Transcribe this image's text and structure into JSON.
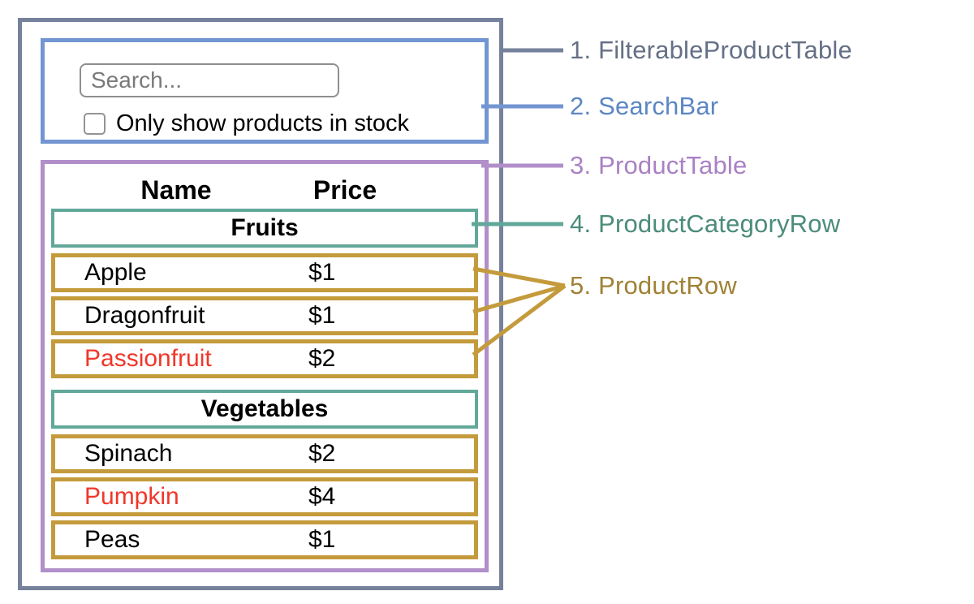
{
  "palette": {
    "outer_border": "#76829B",
    "searchbar_border": "#7396D2",
    "table_border": "#B18FC9",
    "category_border": "#62A89A",
    "row_border": "#C49B3C",
    "out_of_stock": "#F0372B"
  },
  "search_bar": {
    "placeholder": "Search...",
    "checkbox_label": "Only show products in stock",
    "checkbox_checked": false
  },
  "product_table": {
    "columns": [
      "Name",
      "Price"
    ],
    "sections": [
      {
        "category": "Fruits",
        "rows": [
          {
            "name": "Apple",
            "price": "$1",
            "in_stock": true
          },
          {
            "name": "Dragonfruit",
            "price": "$1",
            "in_stock": true
          },
          {
            "name": "Passionfruit",
            "price": "$2",
            "in_stock": false
          }
        ]
      },
      {
        "category": "Vegetables",
        "rows": [
          {
            "name": "Spinach",
            "price": "$2",
            "in_stock": true
          },
          {
            "name": "Pumpkin",
            "price": "$4",
            "in_stock": false
          },
          {
            "name": "Peas",
            "price": "$1",
            "in_stock": true
          }
        ]
      }
    ]
  },
  "legend": [
    {
      "label": "1. FilterableProductTable",
      "color": "#657086"
    },
    {
      "label": "2. SearchBar",
      "color": "#5C86C4"
    },
    {
      "label": "3. ProductTable",
      "color": "#A981C4"
    },
    {
      "label": "4. ProductCategoryRow",
      "color": "#4B8C7A"
    },
    {
      "label": "5. ProductRow",
      "color": "#A08236"
    }
  ]
}
